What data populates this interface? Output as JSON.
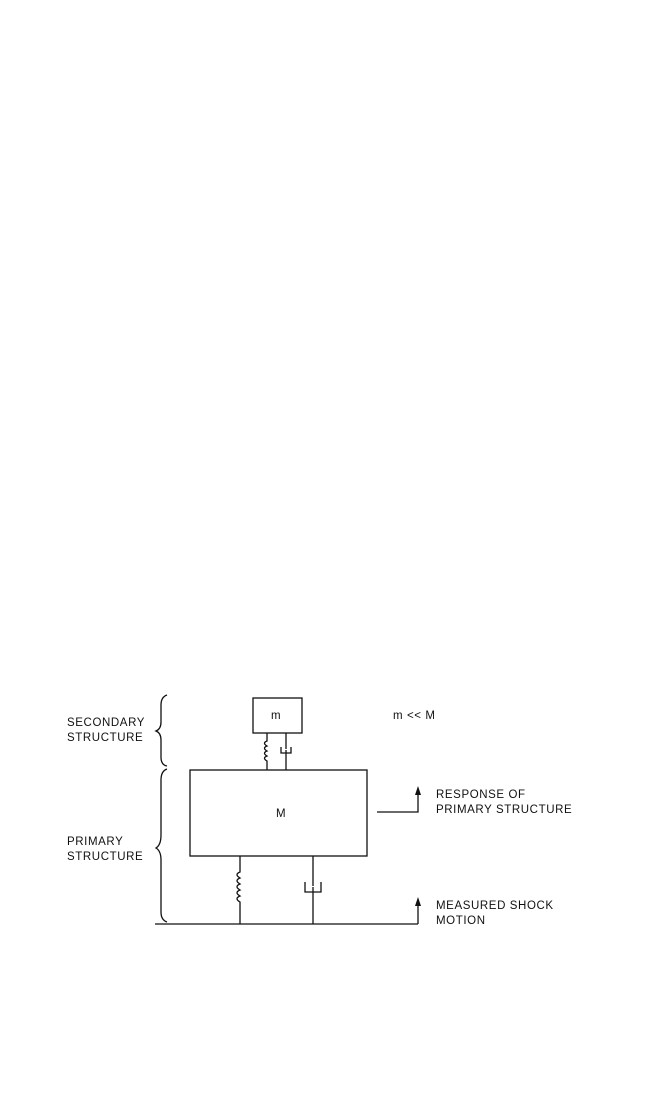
{
  "labels": {
    "secondary": [
      "SECONDARY",
      "STRUCTURE"
    ],
    "primary": [
      "PRIMARY",
      "STRUCTURE"
    ],
    "small_mass": "m",
    "large_mass": "M",
    "relation": "m << M",
    "response": [
      "RESPONSE OF",
      "PRIMARY STRUCTURE"
    ],
    "shock": [
      "MEASURED SHOCK",
      "MOTION"
    ]
  }
}
